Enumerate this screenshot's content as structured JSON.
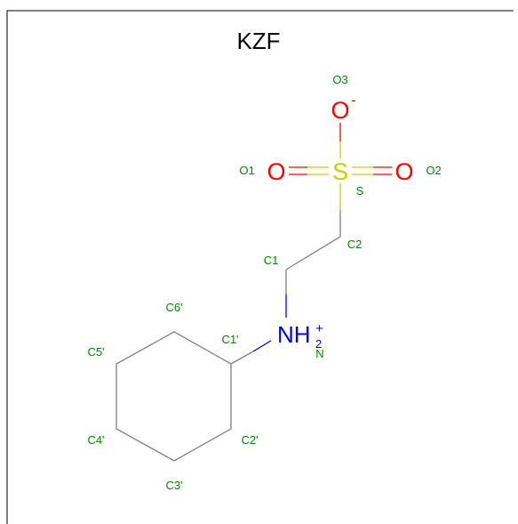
{
  "title": "KZF",
  "colors": {
    "bond": "#808080",
    "oxygen": "#ff0000",
    "sulfur": "#cccc00",
    "nitrogen": "#0000ee",
    "atom_name": "#008800",
    "frame": "#000000",
    "title": "#000000"
  },
  "atoms": {
    "o3": {
      "symbol": "O",
      "charge": "-",
      "name": "O3"
    },
    "o1": {
      "symbol": "O",
      "name": "O1"
    },
    "o2": {
      "symbol": "O",
      "name": "O2"
    },
    "s": {
      "symbol": "S",
      "name": "S"
    },
    "c1": {
      "name": "C1"
    },
    "c2": {
      "name": "C2"
    },
    "n": {
      "symbol": "NH",
      "h_count": "2",
      "charge": "+",
      "name": "N"
    },
    "c1p": {
      "name": "C1'"
    },
    "c2p": {
      "name": "C2'"
    },
    "c3p": {
      "name": "C3'"
    },
    "c4p": {
      "name": "C4'"
    },
    "c5p": {
      "name": "C5'"
    },
    "c6p": {
      "name": "C6'"
    }
  }
}
